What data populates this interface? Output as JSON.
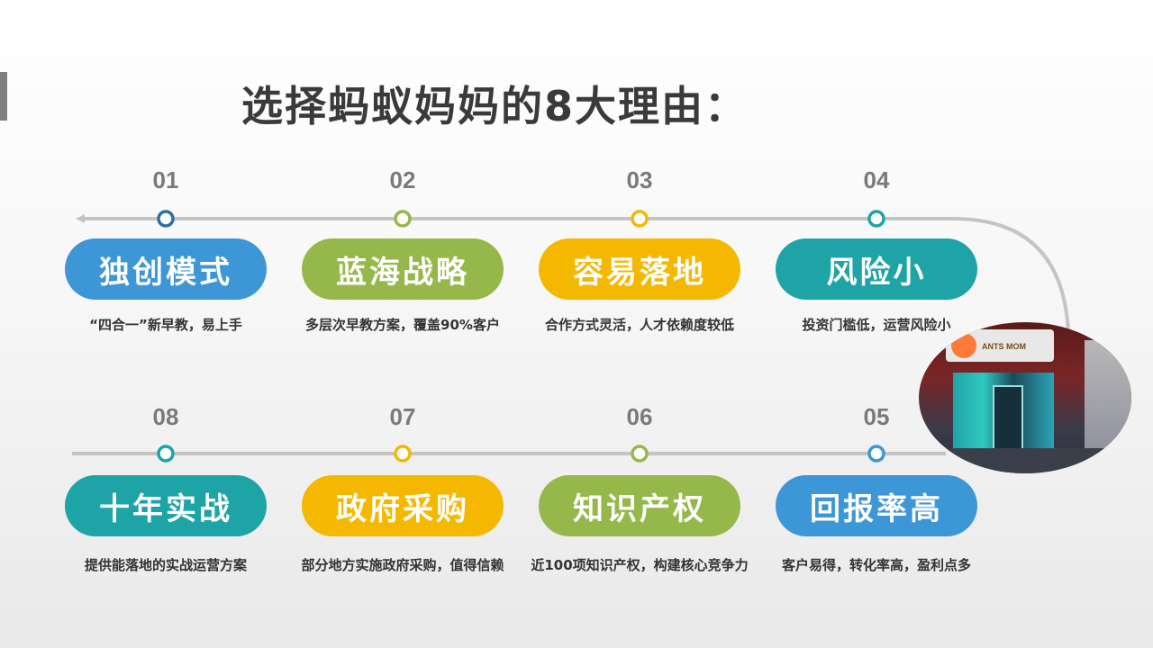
{
  "title": "选择蚂蚁妈妈的8大理由：",
  "colors": {
    "blue": "#3d96d6",
    "green": "#96b84a",
    "yellow": "#f5b800",
    "teal": "#1ea4a6",
    "track": "#c4c4c4"
  },
  "steps": [
    {
      "num": "01",
      "label": "独创模式",
      "desc": "“四合一”新早教，易上手",
      "color": "#3d96d6",
      "dot": "#2a6fa8"
    },
    {
      "num": "02",
      "label": "蓝海战略",
      "desc": "多层次早教方案，覆盖90%客户",
      "color": "#96b84a",
      "dot": "#96b84a"
    },
    {
      "num": "03",
      "label": "容易落地",
      "desc": "合作方式灵活，人才依赖度较低",
      "color": "#f5b800",
      "dot": "#f5b800"
    },
    {
      "num": "04",
      "label": "风险小",
      "desc": "投资门槛低，运营风险小",
      "color": "#1ea4a6",
      "dot": "#1ea4a6"
    },
    {
      "num": "05",
      "label": "回报率高",
      "desc": "客户易得，转化率高，盈利点多",
      "color": "#3d96d6",
      "dot": "#3d96d6"
    },
    {
      "num": "06",
      "label": "知识产权",
      "desc": "近100项知识产权，构建核心竞争力",
      "color": "#96b84a",
      "dot": "#96b84a"
    },
    {
      "num": "07",
      "label": "政府采购",
      "desc": "部分地方实施政府采购，值得信赖",
      "color": "#f5b800",
      "dot": "#f5b800"
    },
    {
      "num": "08",
      "label": "十年实战",
      "desc": "提供能落地的实战运营方案",
      "color": "#1ea4a6",
      "dot": "#1ea4a6"
    }
  ],
  "photo": {
    "sign_text": "ANTS MOM"
  }
}
